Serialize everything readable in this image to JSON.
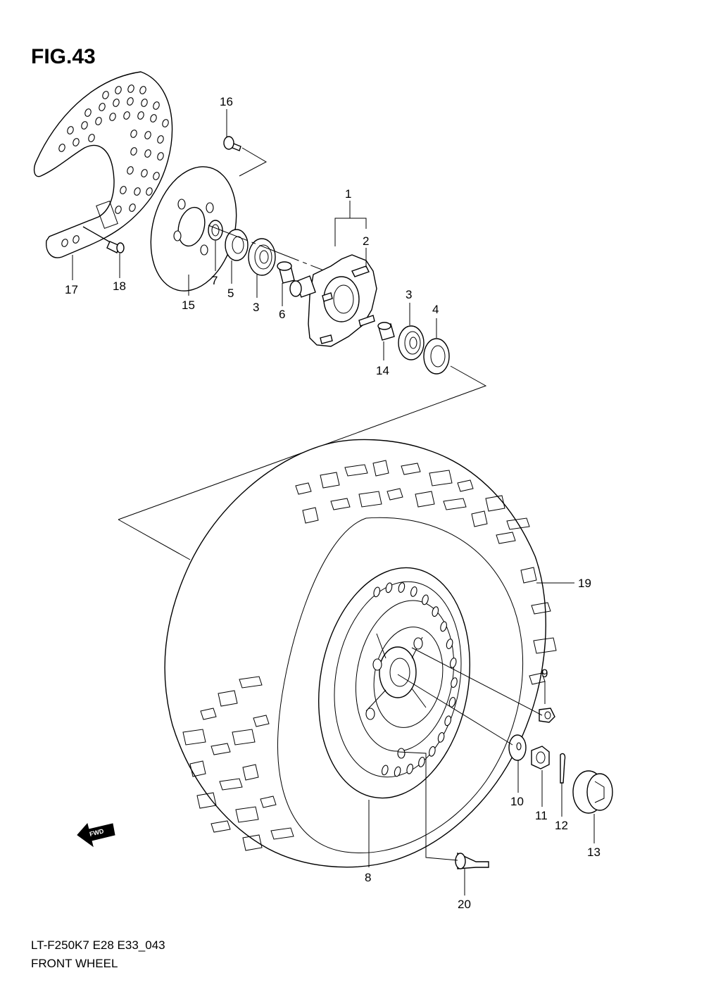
{
  "figure": {
    "title": "FIG.43"
  },
  "footer": {
    "model_code": "LT-F250K7 E28 E33_043",
    "caption": "FRONT WHEEL"
  },
  "direction_badge": {
    "text": "FWD"
  },
  "callouts": [
    "1",
    "2",
    "3",
    "4",
    "5",
    "6",
    "7",
    "8",
    "9",
    "10",
    "11",
    "12",
    "13",
    "14",
    "15",
    "16",
    "17",
    "18",
    "19",
    "20",
    "3"
  ]
}
